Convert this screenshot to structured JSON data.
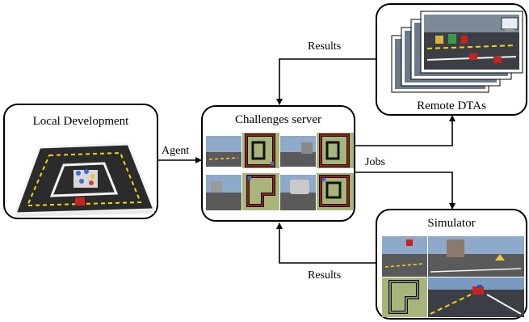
{
  "nodes": {
    "local": {
      "title": "Local Development"
    },
    "server": {
      "title": "Challenges server"
    },
    "remote": {
      "title": "Remote DTAs"
    },
    "simulator": {
      "title": "Simulator"
    }
  },
  "edges": {
    "agent": "Agent",
    "jobs": "Jobs",
    "results_top": "Results",
    "results_bottom": "Results"
  },
  "colors": {
    "mat": "#2a2a2a",
    "lane_yellow": "#f2d21b",
    "lane_white": "#f4f4f4",
    "track_red": "#c8231e",
    "grass": "#a8b57a",
    "sky": "#8ea9c9"
  }
}
